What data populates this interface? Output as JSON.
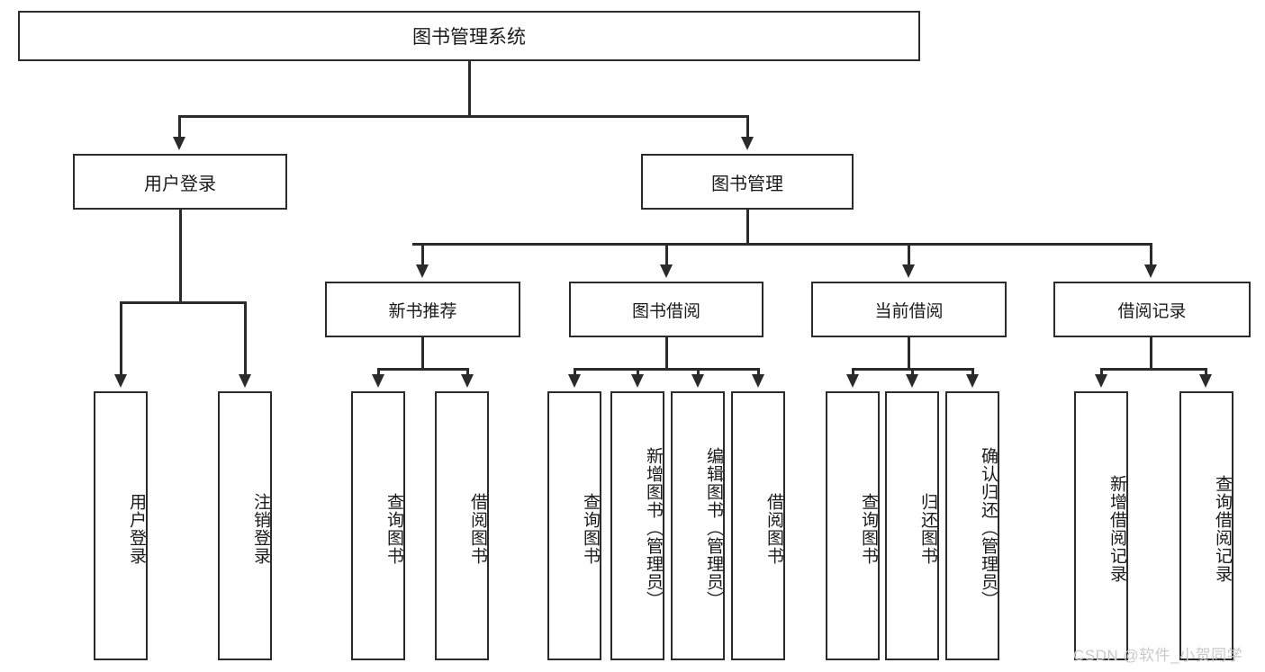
{
  "diagram": {
    "title": "图书管理系统",
    "type": "hierarchy-tree",
    "root": {
      "label": "图书管理系统"
    },
    "level1": [
      {
        "label": "用户登录"
      },
      {
        "label": "图书管理"
      }
    ],
    "level2": [
      {
        "label": "新书推荐"
      },
      {
        "label": "图书借阅"
      },
      {
        "label": "当前借阅"
      },
      {
        "label": "借阅记录"
      }
    ],
    "leaves": {
      "user_login": [
        {
          "label": "用户登录"
        },
        {
          "label": "注销登录"
        }
      ],
      "new_book_recommend": [
        {
          "label": "查询图书"
        },
        {
          "label": "借阅图书"
        }
      ],
      "book_borrow": [
        {
          "label": "查询图书"
        },
        {
          "label": "新增图书（管理员）"
        },
        {
          "label": "编辑图书（管理员）"
        },
        {
          "label": "借阅图书"
        }
      ],
      "current_borrow": [
        {
          "label": "查询图书"
        },
        {
          "label": "归还图书"
        },
        {
          "label": "确认归还（管理员）"
        }
      ],
      "borrow_record": [
        {
          "label": "新增借阅记录"
        },
        {
          "label": "查询借阅记录"
        }
      ]
    }
  },
  "watermark": {
    "text": "CSDN @软件_小贺同学"
  },
  "colors": {
    "stroke": "#2b2b2b",
    "fill": "#ffffff",
    "text": "#1a1a1a",
    "watermark": "#c9c9c9"
  }
}
